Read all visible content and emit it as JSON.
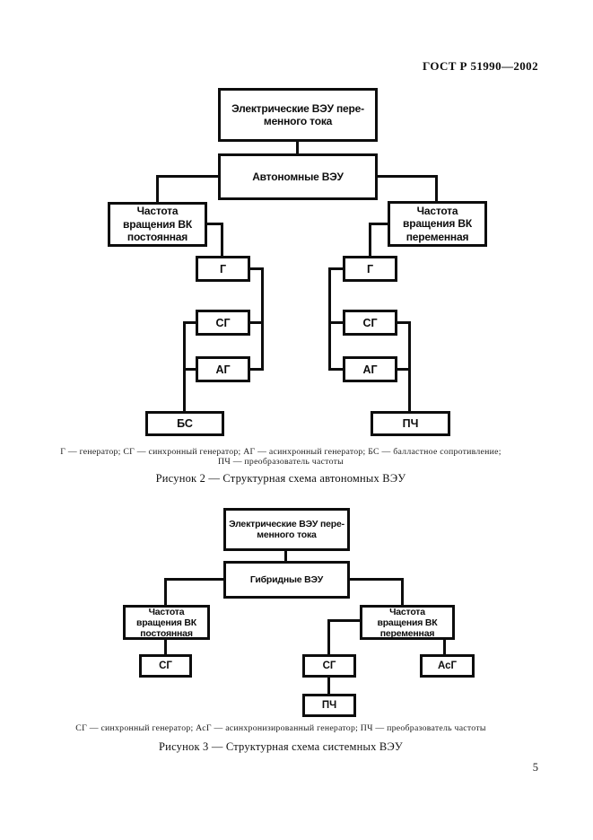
{
  "header": {
    "doc_number": "ГОСТ Р 51990—2002"
  },
  "page_number": "5",
  "figure2": {
    "nodes": {
      "root": "Электрические ВЭУ пере-\nменного тока",
      "autonomous": "Автономные ВЭУ",
      "freq_const": "Частота\nвращения ВК\nпостоянная",
      "freq_var": "Частота\nвращения ВК\nпеременная",
      "left_g": "Г",
      "left_sg": "СГ",
      "left_ag": "АГ",
      "left_bs": "БС",
      "right_g": "Г",
      "right_sg": "СГ",
      "right_ag": "АГ",
      "right_pch": "ПЧ"
    },
    "legend_line1": "Г — генератор; СГ — синхронный генератор; АГ — асинхронный генератор; БС — балластное сопротивление;",
    "legend_line2": "ПЧ — преобразователь частоты",
    "caption": "Рисунок 2 — Структурная схема автономных ВЭУ"
  },
  "figure3": {
    "nodes": {
      "root": "Электрические ВЭУ пере-\nменного тока",
      "hybrid": "Гибридные ВЭУ",
      "freq_const": "Частота\nвращения ВК\nпостоянная",
      "freq_var": "Частота\nвращения ВК\nпеременная",
      "left_sg": "СГ",
      "right_sg": "СГ",
      "right_pch": "ПЧ",
      "right_asg": "АсГ"
    },
    "legend_line1": "СГ — синхронный генератор; АсГ — асинхронизированный генератор; ПЧ — преобразователь частоты",
    "caption": "Рисунок 3 — Структурная схема системных ВЭУ"
  }
}
